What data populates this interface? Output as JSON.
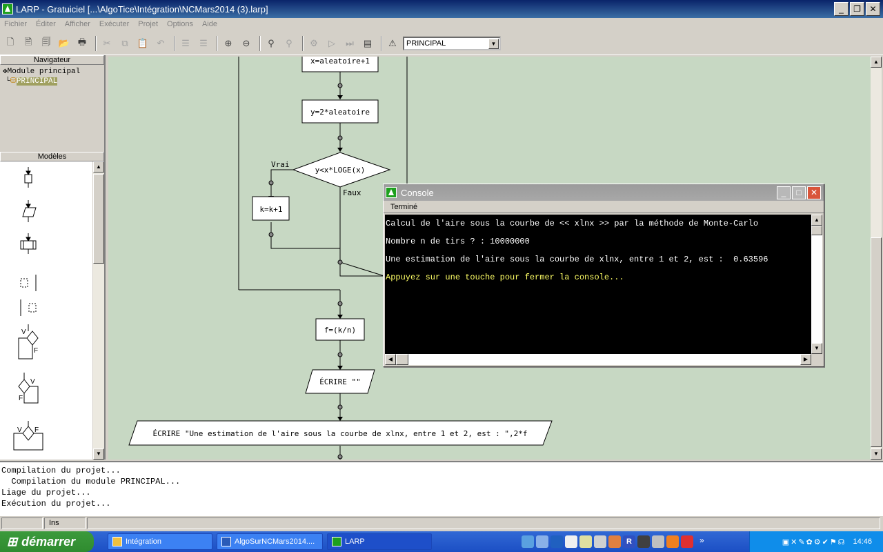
{
  "window": {
    "title": "LARP - Gratuiciel [...\\AlgoTice\\Intégration\\NCMars2014 (3).larp]",
    "controls": [
      "minimize",
      "maximize",
      "close"
    ]
  },
  "menu": [
    "Fichier",
    "Éditer",
    "Afficher",
    "Exécuter",
    "Projet",
    "Options",
    "Aide"
  ],
  "toolbar": {
    "module_select": "PRINCIPAL"
  },
  "navigator": {
    "header": "Navigateur",
    "items": [
      "Module principal",
      "PRINCIPAL"
    ]
  },
  "models": {
    "header": "Modèles",
    "labels": {
      "v": "V",
      "f": "F"
    }
  },
  "flowchart": {
    "nodes": {
      "n1": "x=aleatoire+1",
      "n2": "y=2*aleatoire",
      "cond": "y<x*LOGE(x)",
      "yes": "Vrai",
      "no": "Faux",
      "n3": "k=k+1",
      "n4": "f=(k/n)",
      "n5": "ÉCRIRE \"\"",
      "n6": "ÉCRIRE \"Une estimation de l'aire sous la courbe de xlnx, entre 1 et 2, est : \",2*f"
    }
  },
  "console": {
    "title": "Console",
    "status": "Terminé",
    "lines": [
      "Calcul de l'aire sous la courbe de << xlnx >> par la méthode de Monte-Carlo",
      "Nombre n de tirs ? : 10000000",
      "Une estimation de l'aire sous la courbe de xlnx, entre 1 et 2, est :  0.63596",
      "Appuyez sur une touche pour fermer la console..."
    ]
  },
  "log": {
    "lines": [
      "Compilation du projet...",
      "  Compilation du module PRINCIPAL...",
      "Liage du projet...",
      "Exécution du projet..."
    ]
  },
  "statusbar": {
    "mode": "Ins"
  },
  "taskbar": {
    "start": "démarrer",
    "tasks": [
      "Intégration",
      "AlgoSurNCMars2014....",
      "LARP"
    ],
    "clock": "14:46"
  }
}
